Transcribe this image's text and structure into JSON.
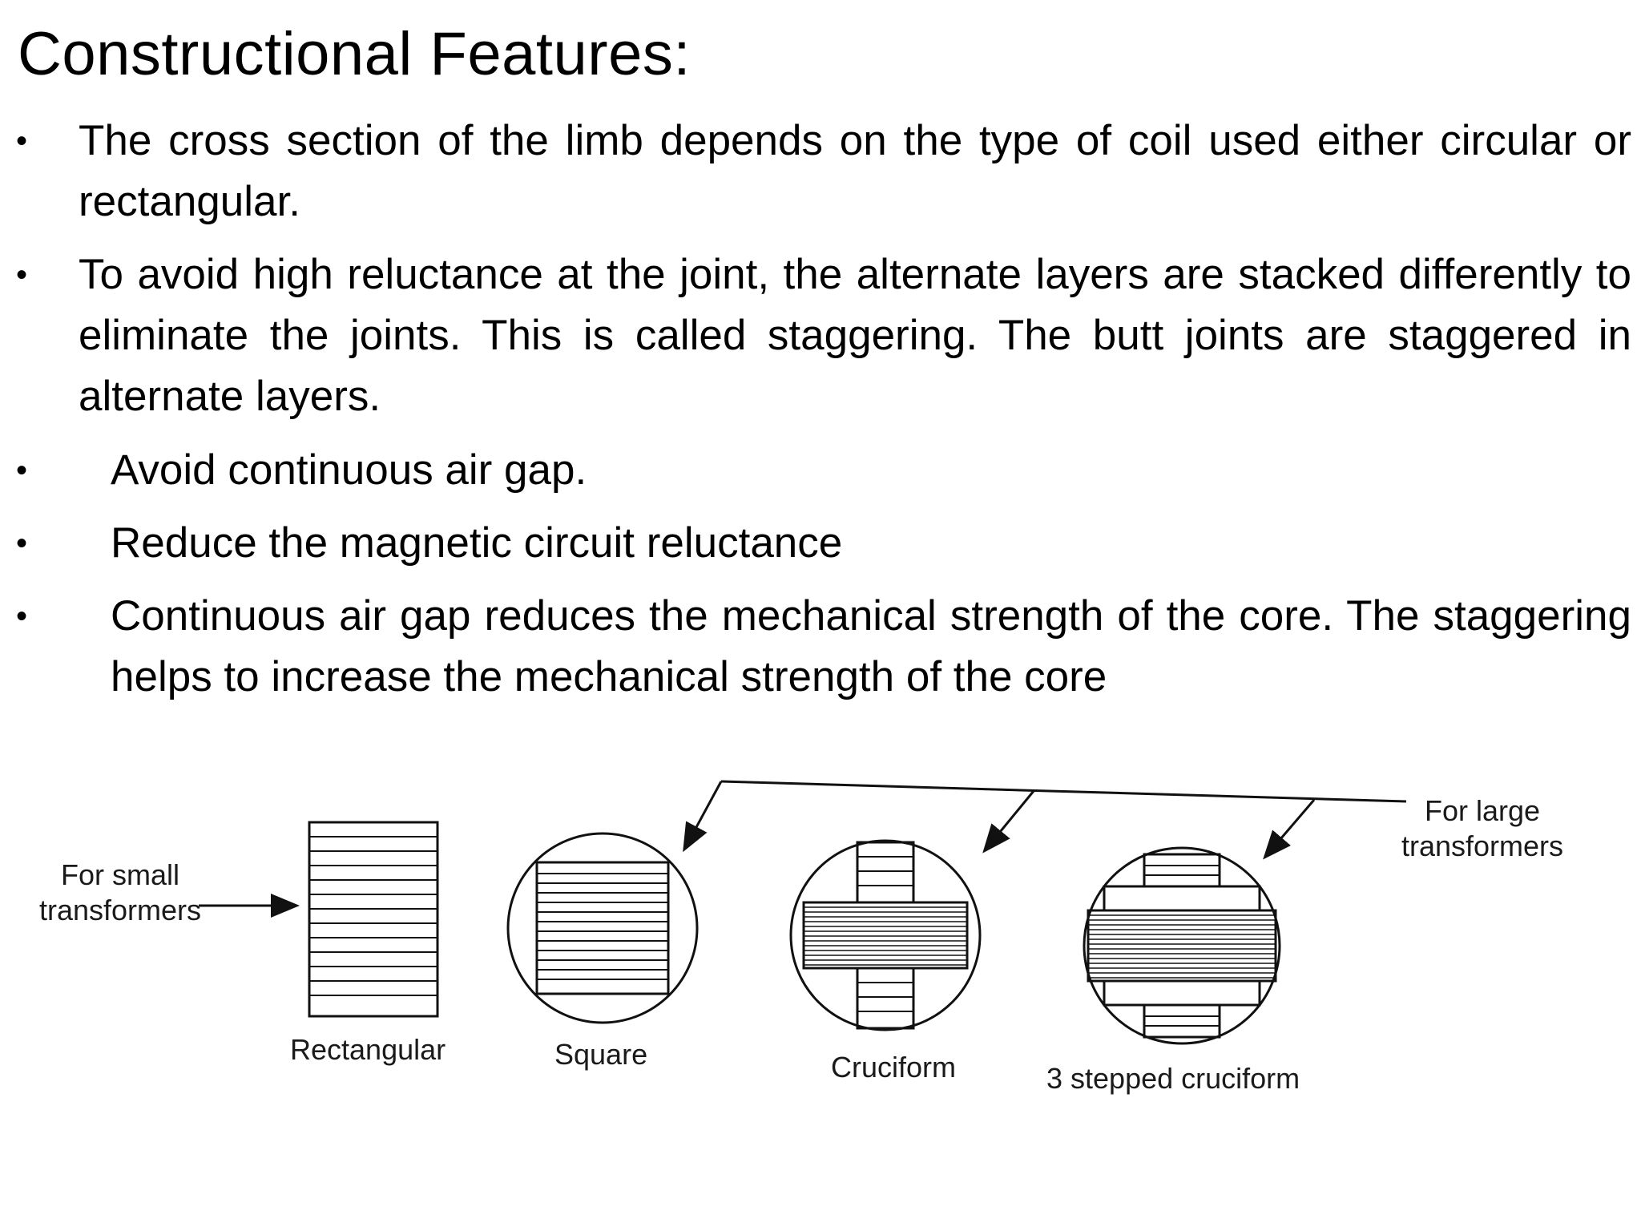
{
  "slide": {
    "title": "Constructional Features:",
    "bullets": [
      "The cross section of the limb depends on the type of coil used either circular or rectangular.",
      "To avoid high reluctance at the joint, the alternate layers are stacked differently to eliminate the joints. This is called staggering. The butt joints are staggered in alternate layers.",
      "Avoid continuous air gap.",
      "Reduce the magnetic circuit reluctance",
      "Continuous air gap reduces the mechanical strength of the core. The staggering helps to increase the mechanical strength of the core"
    ],
    "bullet_symbol": "•"
  },
  "figure": {
    "left_label": "For small transformers",
    "right_label": "For large transformers",
    "captions": {
      "rectangular": "Rectangular",
      "square": "Square",
      "cruciform": "Cruciform",
      "three_stepped": "3 stepped cruciform"
    }
  }
}
